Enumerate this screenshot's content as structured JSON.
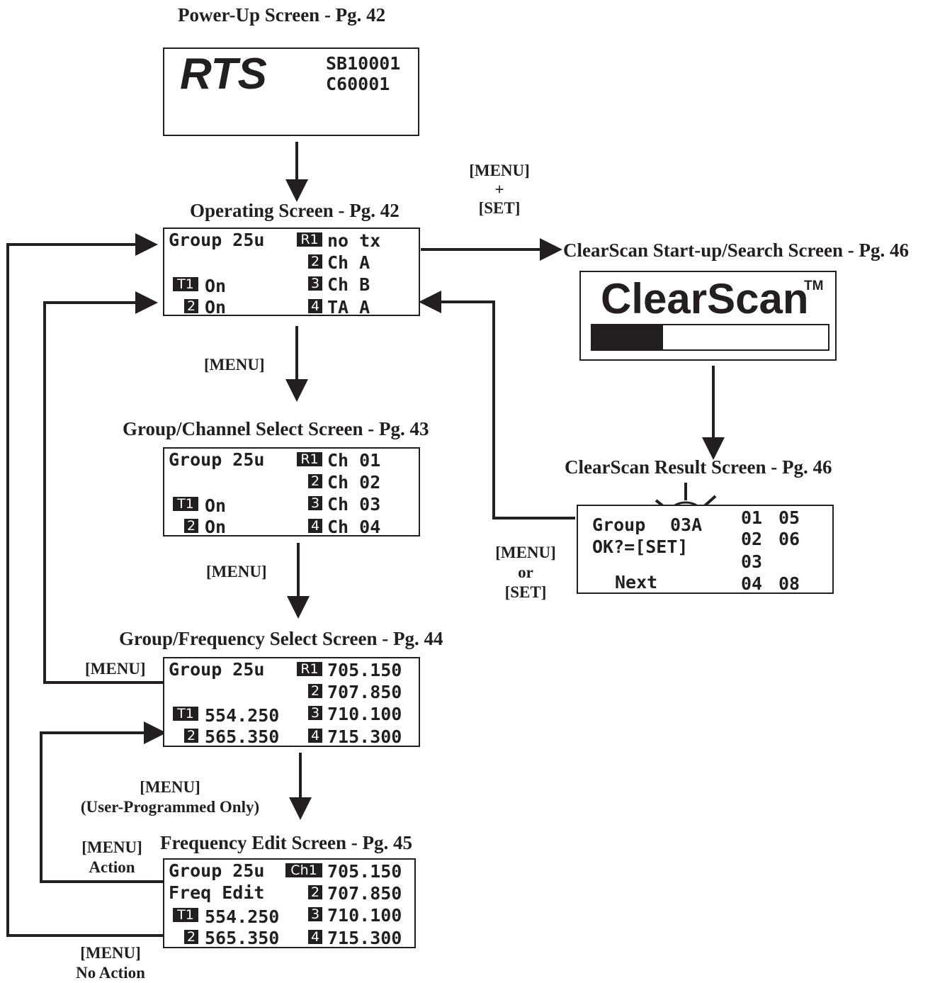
{
  "titles": {
    "powerup": "Power-Up Screen  - Pg. 42",
    "operating": "Operating Screen - Pg. 42",
    "clearscan_start": "ClearScan Start-up/Search Screen - Pg. 46",
    "clearscan_result": "ClearScan Result Screen - Pg. 46",
    "group_channel": "Group/Channel Select Screen - Pg. 43",
    "group_frequency": "Group/Frequency Select Screen - Pg. 44",
    "frequency_edit": "Frequency Edit Screen - Pg. 45"
  },
  "labels": {
    "menu_set_1": "[MENU]",
    "menu_set_2": "+",
    "menu_set_3": "[SET]",
    "menu_1": "[MENU]",
    "menu_2": "[MENU]",
    "menu_or_set_1": "[MENU]",
    "menu_or_set_2": "or",
    "menu_or_set_3": "[SET]",
    "menu_left": "[MENU]",
    "menu_user_1": "[MENU]",
    "menu_user_2": "(User-Programmed Only)",
    "menu_action_1": "[MENU]",
    "menu_action_2": "Action",
    "menu_noaction_1": "[MENU]",
    "menu_noaction_2": "No Action"
  },
  "powerup": {
    "logo": "RTS",
    "line1": "SB10001",
    "line2": "C60001"
  },
  "operating": {
    "group": "Group 25u",
    "r1": "R1",
    "b2": "2",
    "b3": "3",
    "b4": "4",
    "t1": "T1",
    "t2": "2",
    "r1_val": "no tx",
    "r2_val": "Ch A",
    "r3_val": "Ch B",
    "r4_val": "TA A",
    "t1_val": "On",
    "t2_val": "On"
  },
  "group_channel": {
    "group": "Group 25u",
    "r1": "R1",
    "b2": "2",
    "b3": "3",
    "b4": "4",
    "t1": "T1",
    "t2": "2",
    "r1_val": "Ch 01",
    "r2_val": "Ch 02",
    "r3_val": "Ch 03",
    "r4_val": "Ch 04",
    "t1_val": "On",
    "t2_val": "On"
  },
  "group_frequency": {
    "group": "Group 25u",
    "r1": "R1",
    "b2": "2",
    "b3": "3",
    "b4": "4",
    "t1": "T1",
    "t2": "2",
    "r1_val": "705.150",
    "r2_val": "707.850",
    "r3_val": "710.100",
    "r4_val": "715.300",
    "t1_val": "554.250",
    "t2_val": "565.350"
  },
  "frequency_edit": {
    "group": "Group 25u",
    "line2": "Freq Edit",
    "r1": "Ch1",
    "b2": "2",
    "b3": "3",
    "b4": "4",
    "t1": "T1",
    "t2": "2",
    "r1_val": "705.150",
    "r2_val": "707.850",
    "r3_val": "710.100",
    "r4_val": "715.300",
    "t1_val": "554.250",
    "t2_val": "565.350"
  },
  "clearscan_start": {
    "logo": "ClearScan",
    "tm": "TM",
    "progress": 0.3
  },
  "clearscan_result": {
    "group": "Group",
    "group_val": "03A",
    "ok": "OK?=[SET]",
    "next": "Next",
    "col1": [
      "01",
      "02",
      "03",
      "04"
    ],
    "col2": [
      "05",
      "06",
      "",
      "08"
    ]
  },
  "colors": {
    "ink": "#231f20",
    "background": "#ffffff"
  }
}
